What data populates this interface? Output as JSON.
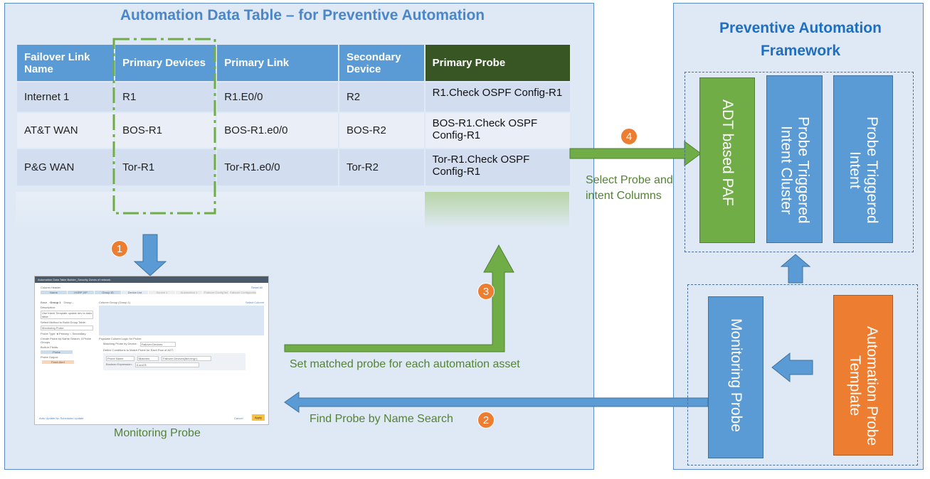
{
  "left_panel": {
    "title": "Automation Data Table – for Preventive Automation"
  },
  "table": {
    "headers": [
      "Failover Link Name",
      "Primary Devices",
      "Primary Link",
      "Secondary Device",
      "Primary Probe"
    ],
    "rows": [
      [
        "Internet 1",
        "R1",
        "R1.E0/0",
        "R2",
        "R1.Check OSPF Config-R1"
      ],
      [
        "AT&T WAN",
        "BOS-R1",
        "BOS-R1.e0/0",
        "BOS-R2",
        "BOS-R1.Check OSPF Config-R1"
      ],
      [
        "P&G WAN",
        "Tor-R1",
        "Tor-R1.e0/0",
        "Tor-R2",
        "Tor-R1.Check OSPF Config-R1"
      ]
    ]
  },
  "steps": {
    "1": {
      "num": "1"
    },
    "2": {
      "num": "2",
      "label": "Find Probe by Name Search"
    },
    "3": {
      "num": "3",
      "label": "Set matched probe for each automation asset"
    },
    "4": {
      "num": "4",
      "label": "Select Probe and intent Columns"
    }
  },
  "mini_screenshot": {
    "caption": "Monitoring Probe",
    "window_title": "Automation Data Table Builder_Security Zones of network",
    "column_header": "Column Header",
    "reset_all": "Reset All",
    "columns": [
      "Name",
      "HSRP VIP",
      "Group ID",
      "Device List",
      "Source 1",
      "Automation 1",
      "Failover Config list",
      "Failover Configuration L..."
    ],
    "tabs": [
      "Base",
      "Group 1",
      "Group..."
    ],
    "description_label": "Description:",
    "description_value": "Use Intent Template update dev to data table",
    "method_label": "Select Method to Build Group Table:",
    "method_value": "Monitoring Probe",
    "probe_type": "Probe Type:  ● Primary  ○ Secondary",
    "create_probe": "Create Probe by Name Search: 3 Probe Groups",
    "builtin_fields": "Built-in Fields:",
    "builtin_probe": "Probe",
    "probe_output": "Probe Output:",
    "flash_alert": "Flash Alert",
    "column_group": "Column Group (Group 1)",
    "select_column": "Select Column",
    "populate": "Populate Column Logic for Probe:",
    "matching": "Matching Probe by Device:",
    "matching_value": "Failover Devices",
    "define": "Define Conditions to Match Probe for Each Row of ADT:",
    "probe_name": "Probe Name",
    "operator": "Matches",
    "data_field": "Failover Devices(list<ring>)",
    "boolean_label": "Boolean Expression:",
    "boolean_value": "A and B",
    "auto_update": "Auto Update   No Scheduled Update",
    "cancel": "Cancel",
    "apply": "Apply"
  },
  "right_panel": {
    "title": "Preventive Automation Framework",
    "boxes": [
      "ADT based PAF",
      "Probe Triggered Intent Cluster",
      "Probe Triggered Intent"
    ],
    "lower_boxes": [
      "Monitoring Probe",
      "Automation Probe Template"
    ]
  },
  "colors": {
    "blue": "#5b9bd5",
    "green": "#70ad47",
    "dark_green": "#375623",
    "orange": "#ed7d31",
    "title_blue": "#4a86c8"
  }
}
